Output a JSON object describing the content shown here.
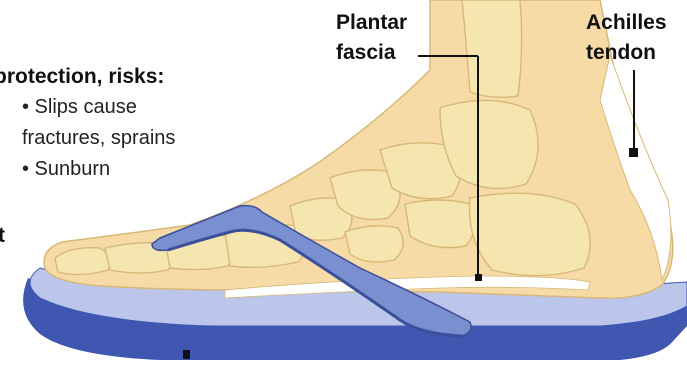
{
  "labels": {
    "plantar_line1": "Plantar",
    "plantar_line2": "fascia",
    "achilles_line1": "Achilles",
    "achilles_line2": "tendon",
    "risk_heading": "protection, risks:",
    "risk_item1": "• Slips cause",
    "risk_item2": "fractures, sprains",
    "risk_item3": "• Sunburn",
    "cut_text": "t"
  },
  "colors": {
    "skin": "#f6dba6",
    "bone": "#f5e6b0",
    "bone_outline": "#d8b878",
    "strap": "#7a8fcf",
    "strap_dark": "#3c4f9a",
    "sole_top": "#bcc6ea",
    "sole_side": "#3f57b0",
    "tendon": "#ffffff",
    "leader": "#111111"
  }
}
